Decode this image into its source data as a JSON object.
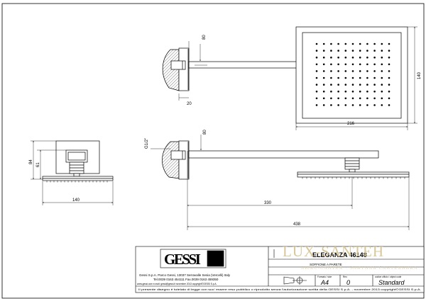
{
  "views": {
    "top": {
      "dim_arm_offset": "80",
      "dim_plate_depth": "20",
      "dim_head_width": "216",
      "dim_head_depth": "140"
    },
    "front": {
      "dim_height": "84",
      "dim_body": "61",
      "dim_width": "140"
    },
    "side": {
      "thread": "G1/2\"",
      "dim_arm_offset": "80",
      "dim_reach_center": "330",
      "dim_reach_total": "438"
    }
  },
  "title_block": {
    "logo": "GESSI",
    "product": "ELEGANZA 46148",
    "description": "SOFFIONE A PARETE",
    "company_line1": "Gessi S.p.A. Parco Gessi, 13037 Serravalle Sesia (Vercelli) Italy",
    "company_line2": "Tel.0039 0163 454111 Fax.0039 0163 459350",
    "company_line3": "www.gessi.com e-mail: gessi@gessi.it  novembre 2013  copyright©GESSI S.p.A.",
    "format_label": "Formato / size",
    "format_value": "A4",
    "revision_label": "Rev.",
    "revision_value": "0",
    "model_label": "codice ufficio / object code",
    "model_value": "Standard",
    "disclaimer": "Il presente disegno è tutelato di legge con suo' essere reso pubblico o riprodotto senza l'autorizzazione scritta della GESSI S.p.A. - novembre 2013  copyright©GESSI S.p.A."
  },
  "watermark": {
    "text": "LUX-SANTEH",
    "subtext": "ЛЮКС-САНТЕХ · ЭЛИТНАЯ САНТЕХНИКА"
  }
}
